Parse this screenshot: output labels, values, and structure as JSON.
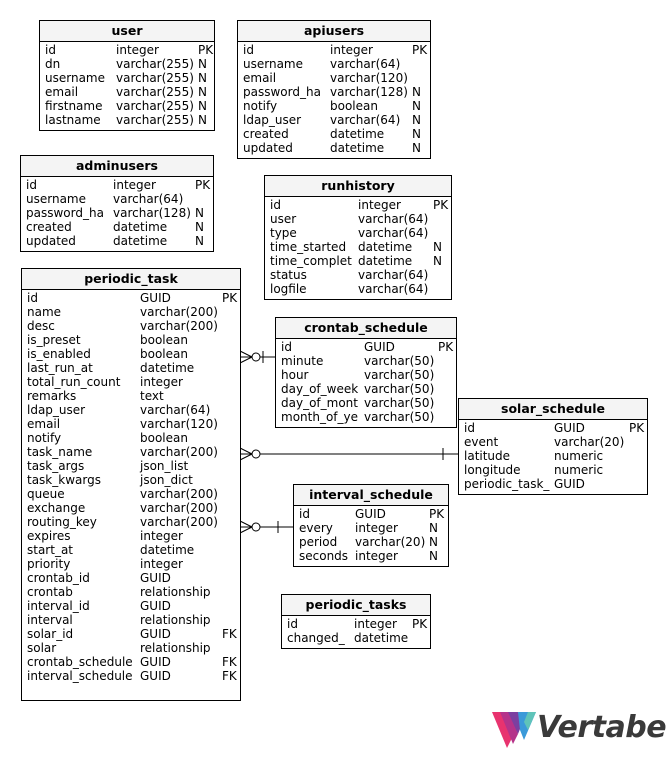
{
  "tables": [
    {
      "id": "user",
      "name": "user",
      "columns": [
        {
          "name": "id",
          "type": "integer",
          "flag": "PK"
        },
        {
          "name": "dn",
          "type": "varchar(255)",
          "flag": "N"
        },
        {
          "name": "username",
          "type": "varchar(255)",
          "flag": "N"
        },
        {
          "name": "email",
          "type": "varchar(255)",
          "flag": "N"
        },
        {
          "name": "firstname",
          "type": "varchar(255)",
          "flag": "N"
        },
        {
          "name": "lastname",
          "type": "varchar(255)",
          "flag": "N"
        }
      ]
    },
    {
      "id": "apiusers",
      "name": "apiusers",
      "columns": [
        {
          "name": "id",
          "type": "integer",
          "flag": "PK"
        },
        {
          "name": "username",
          "type": "varchar(64)",
          "flag": ""
        },
        {
          "name": "email",
          "type": "varchar(120)",
          "flag": ""
        },
        {
          "name": "password_ha",
          "type": "varchar(128)",
          "flag": "N"
        },
        {
          "name": "notify",
          "type": "boolean",
          "flag": "N"
        },
        {
          "name": "ldap_user",
          "type": "varchar(64)",
          "flag": "N"
        },
        {
          "name": "created",
          "type": "datetime",
          "flag": "N"
        },
        {
          "name": "updated",
          "type": "datetime",
          "flag": "N"
        }
      ]
    },
    {
      "id": "adminusers",
      "name": "adminusers",
      "columns": [
        {
          "name": "id",
          "type": "integer",
          "flag": "PK"
        },
        {
          "name": "username",
          "type": "varchar(64)",
          "flag": ""
        },
        {
          "name": "password_ha",
          "type": "varchar(128)",
          "flag": "N"
        },
        {
          "name": "created",
          "type": "datetime",
          "flag": "N"
        },
        {
          "name": "updated",
          "type": "datetime",
          "flag": "N"
        }
      ]
    },
    {
      "id": "runhistory",
      "name": "runhistory",
      "columns": [
        {
          "name": "id",
          "type": "integer",
          "flag": "PK"
        },
        {
          "name": "user",
          "type": "varchar(64)",
          "flag": ""
        },
        {
          "name": "type",
          "type": "varchar(64)",
          "flag": ""
        },
        {
          "name": "time_started",
          "type": "datetime",
          "flag": "N"
        },
        {
          "name": "time_complet",
          "type": "datetime",
          "flag": "N"
        },
        {
          "name": "status",
          "type": "varchar(64)",
          "flag": ""
        },
        {
          "name": "logfile",
          "type": "varchar(64)",
          "flag": ""
        }
      ]
    },
    {
      "id": "periodic_task",
      "name": "periodic_task",
      "columns": [
        {
          "name": "id",
          "type": "GUID",
          "flag": "PK"
        },
        {
          "name": "name",
          "type": "varchar(200)",
          "flag": ""
        },
        {
          "name": "desc",
          "type": "varchar(200)",
          "flag": ""
        },
        {
          "name": "is_preset",
          "type": "boolean",
          "flag": ""
        },
        {
          "name": "is_enabled",
          "type": "boolean",
          "flag": ""
        },
        {
          "name": "last_run_at",
          "type": "datetime",
          "flag": ""
        },
        {
          "name": "total_run_count",
          "type": "integer",
          "flag": ""
        },
        {
          "name": "remarks",
          "type": "text",
          "flag": ""
        },
        {
          "name": "ldap_user",
          "type": "varchar(64)",
          "flag": ""
        },
        {
          "name": "email",
          "type": "varchar(120)",
          "flag": ""
        },
        {
          "name": "notify",
          "type": "boolean",
          "flag": ""
        },
        {
          "name": "task_name",
          "type": "varchar(200)",
          "flag": ""
        },
        {
          "name": "task_args",
          "type": "json_list",
          "flag": ""
        },
        {
          "name": "task_kwargs",
          "type": "json_dict",
          "flag": ""
        },
        {
          "name": "queue",
          "type": "varchar(200)",
          "flag": ""
        },
        {
          "name": "exchange",
          "type": "varchar(200)",
          "flag": ""
        },
        {
          "name": "routing_key",
          "type": "varchar(200)",
          "flag": ""
        },
        {
          "name": "expires",
          "type": "integer",
          "flag": ""
        },
        {
          "name": "start_at",
          "type": "datetime",
          "flag": ""
        },
        {
          "name": "priority",
          "type": "integer",
          "flag": ""
        },
        {
          "name": "crontab_id",
          "type": "GUID",
          "flag": ""
        },
        {
          "name": "crontab",
          "type": "relationship",
          "flag": ""
        },
        {
          "name": "interval_id",
          "type": "GUID",
          "flag": ""
        },
        {
          "name": "interval",
          "type": "relationship",
          "flag": ""
        },
        {
          "name": "solar_id",
          "type": "GUID",
          "flag": "FK"
        },
        {
          "name": "solar",
          "type": "relationship",
          "flag": ""
        },
        {
          "name": "crontab_schedule",
          "type": "GUID",
          "flag": "FK"
        },
        {
          "name": "interval_schedule",
          "type": "GUID",
          "flag": "FK"
        }
      ]
    },
    {
      "id": "crontab_schedule",
      "name": "crontab_schedule",
      "columns": [
        {
          "name": "id",
          "type": "GUID",
          "flag": "PK"
        },
        {
          "name": "minute",
          "type": "varchar(50)",
          "flag": ""
        },
        {
          "name": "hour",
          "type": "varchar(50)",
          "flag": ""
        },
        {
          "name": "day_of_week",
          "type": "varchar(50)",
          "flag": ""
        },
        {
          "name": "day_of_mont",
          "type": "varchar(50)",
          "flag": ""
        },
        {
          "name": "month_of_ye",
          "type": "varchar(50)",
          "flag": ""
        }
      ]
    },
    {
      "id": "solar_schedule",
      "name": "solar_schedule",
      "columns": [
        {
          "name": "id",
          "type": "GUID",
          "flag": "PK"
        },
        {
          "name": "event",
          "type": "varchar(20)",
          "flag": ""
        },
        {
          "name": "latitude",
          "type": "numeric",
          "flag": ""
        },
        {
          "name": "longitude",
          "type": "numeric",
          "flag": ""
        },
        {
          "name": "periodic_task_",
          "type": "GUID",
          "flag": ""
        }
      ]
    },
    {
      "id": "interval_schedule",
      "name": "interval_schedule",
      "columns": [
        {
          "name": "id",
          "type": "GUID",
          "flag": "PK"
        },
        {
          "name": "every",
          "type": "integer",
          "flag": "N"
        },
        {
          "name": "period",
          "type": "varchar(20)",
          "flag": "N"
        },
        {
          "name": "seconds",
          "type": "integer",
          "flag": "N"
        }
      ]
    },
    {
      "id": "periodic_tasks",
      "name": "periodic_tasks",
      "columns": [
        {
          "name": "id",
          "type": "integer",
          "flag": "PK"
        },
        {
          "name": "changed_",
          "type": "datetime",
          "flag": ""
        }
      ]
    }
  ],
  "relationships": [
    {
      "from": "periodic_task",
      "to": "crontab_schedule",
      "from_end": "many-optional",
      "to_end": "one-optional"
    },
    {
      "from": "periodic_task",
      "to": "solar_schedule",
      "from_end": "many-optional",
      "to_end": "one"
    },
    {
      "from": "periodic_task",
      "to": "interval_schedule",
      "from_end": "many-optional",
      "to_end": "one"
    }
  ],
  "logo": {
    "brand": "Vertabelo",
    "colors": [
      "#e8336f",
      "#7b3fa0",
      "#3b9ad9",
      "#5fc4b9"
    ]
  }
}
